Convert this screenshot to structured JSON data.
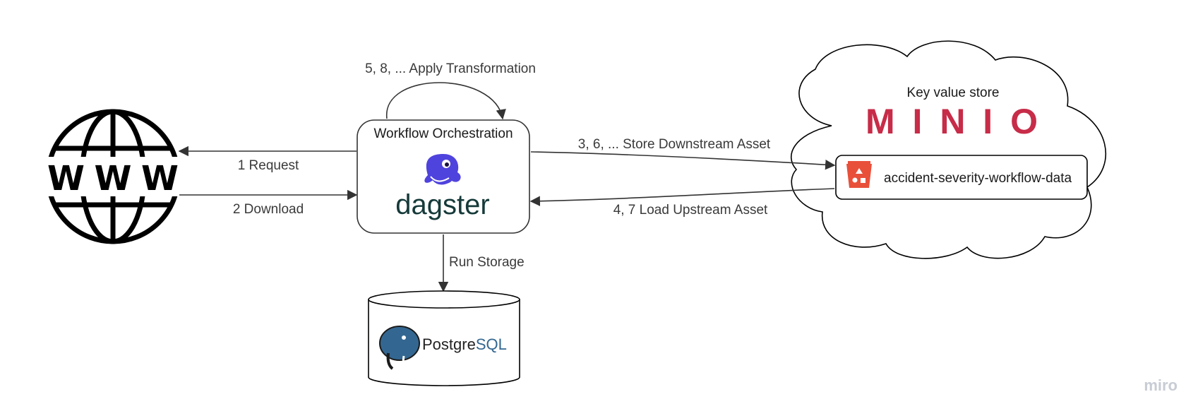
{
  "labels": {
    "apply_transformation": "5, 8, ... Apply Transformation",
    "request": "1 Request",
    "download": "2 Download",
    "store_downstream": "3, 6, ... Store Downstream Asset",
    "load_upstream": "4, 7 Load Upstream Asset",
    "run_storage": "Run Storage"
  },
  "orchestrator": {
    "title": "Workflow Orchestration",
    "logo_text": "dagster"
  },
  "web": {
    "glyph_text": "WWW",
    "icon": "globe-icon"
  },
  "storage": {
    "title": "Key value store",
    "brand": "MINIO",
    "bucket_name": "accident-severity-workflow-data",
    "bucket_icon": "bucket-icon"
  },
  "database": {
    "brand_part1": "Postgre",
    "brand_part2": "SQL",
    "icon": "elephant-icon"
  },
  "watermark": "miro",
  "colors": {
    "arrow": "#333333",
    "dagster_purple": "#4f43dd",
    "dagster_text": "#163a3a",
    "minio_red": "#c72c48",
    "bucket_red": "#e8503a",
    "postgres_blue": "#336791",
    "watermark": "#c8ccd4"
  }
}
